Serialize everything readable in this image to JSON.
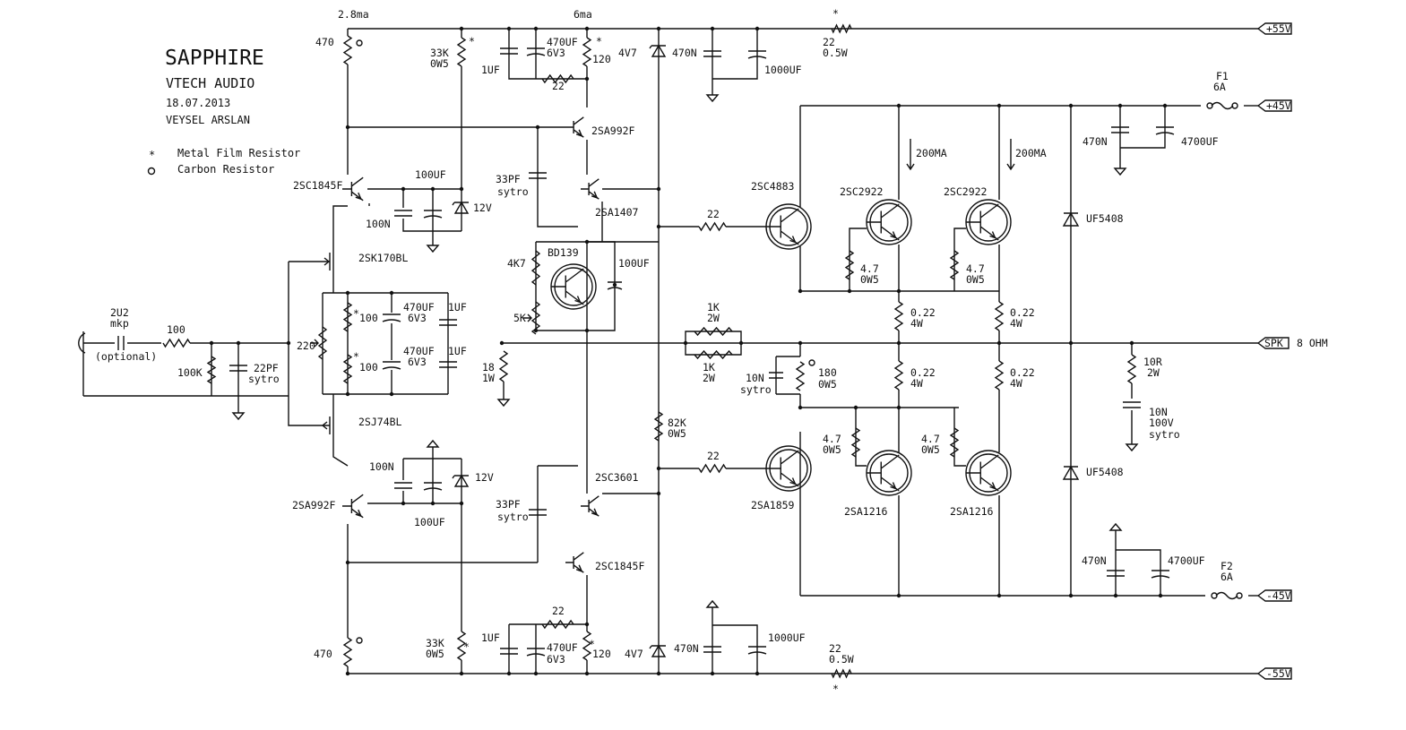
{
  "header": {
    "title": "SAPPHIRE",
    "subtitle": "VTECH AUDIO",
    "date": "18.07.2013",
    "author": "VEYSEL ARSLAN"
  },
  "legend": {
    "metal_symbol": "*",
    "metal_label": "Metal Film Resistor",
    "carbon_label": "Carbon Resistor"
  },
  "rails": {
    "p55": "+55V",
    "p45": "+45V",
    "m45": "-45V",
    "m55": "-55V",
    "spk": "SPK",
    "spk_imp": "8 OHM"
  },
  "labels": {
    "i_28": "2.8ma",
    "i_6": "6ma",
    "r470_top": "470",
    "r33k_top_a": "33K",
    "r33k_top_b": "0W5",
    "c1uf_top": "1UF",
    "c470uf_top_a": "470UF",
    "c470uf_top_b": "6V3",
    "r120_top": "120",
    "r22_top": "22",
    "z4v7_top": "4V7",
    "c470n_top": "470N",
    "c1000_top": "1000UF",
    "r22_p55_a": "22",
    "r22_p55_b": "0.5W",
    "q_2sa992_top": "2SA992F",
    "q_2sc1845_top": "2SC1845F",
    "c100uf_top": "100UF",
    "c100n_top": "100N",
    "z12v_top": "12V",
    "c33pf_top_a": "33PF",
    "c33pf_top_b": "sytro",
    "q_2sa1407": "2SA1407",
    "q_2sk170": "2SK170BL",
    "q_bd139": "BD139",
    "r4k7": "4K7",
    "c100uf_vbe": "100UF",
    "r5k": "5K",
    "c2u2_a": "2U2",
    "c2u2_b": "mkp",
    "c2u2_c": "(optional)",
    "r100_in": "100",
    "r100k": "100K",
    "c22pf_a": "22PF",
    "c22pf_b": "sytro",
    "r220": "220",
    "r100_up": "100",
    "r100_dn": "100",
    "c470uf_mid1_a": "470UF",
    "c470uf_mid1_b": "6V3",
    "c470uf_mid2_a": "470UF",
    "c470uf_mid2_b": "6V3",
    "c1uf_mid1": "1UF",
    "c1uf_mid2": "1UF",
    "r18_a": "18",
    "r18_b": "1W",
    "r1k_top_a": "1K",
    "r1k_top_b": "2W",
    "r1k_bot_a": "1K",
    "r1k_bot_b": "2W",
    "r22_drv_top": "22",
    "q_2sc4883": "2SC4883",
    "q_2sc2922_a": "2SC2922",
    "q_2sc2922_b": "2SC2922",
    "i_200ma_a": "200MA",
    "i_200ma_b": "200MA",
    "r47_top_a1": "4.7",
    "r47_top_a2": "0W5",
    "r47_top_b1": "4.7",
    "r47_top_b2": "0W5",
    "r022_1a": "0.22",
    "r022_1b": "4W",
    "r022_2a": "0.22",
    "r022_2b": "4W",
    "r022_3a": "0.22",
    "r022_3b": "4W",
    "r022_4a": "0.22",
    "r022_4b": "4W",
    "c10n_fb_a": "10N",
    "c10n_fb_b": "sytro",
    "r180_a": "180",
    "r180_b": "0W5",
    "f1_a": "F1",
    "f1_b": "6A",
    "c470n_p45": "470N",
    "c4700_p45": "4700UF",
    "d_uf5408_top": "UF5408",
    "d_uf5408_bot": "UF5408",
    "r10r_a": "10R",
    "r10r_b": "2W",
    "c10n_z_a": "10N",
    "c10n_z_b": "100V",
    "c10n_z_c": "sytro",
    "r82k_a": "82K",
    "r82k_b": "0W5",
    "q_2sj74": "2SJ74BL",
    "c100n_bot": "100N",
    "z12v_bot": "12V",
    "c100uf_bot": "100UF",
    "q_2sa992_bot": "2SA992F",
    "q_2sc3601": "2SC3601",
    "c33pf_bot_a": "33PF",
    "c33pf_bot_b": "sytro",
    "q_2sc1845_bot": "2SC1845F",
    "r22_drv_bot": "22",
    "q_2sa1859": "2SA1859",
    "r47_bot_a1": "4.7",
    "r47_bot_a2": "0W5",
    "r47_bot_b1": "4.7",
    "r47_bot_b2": "0W5",
    "q_2sa1216_a": "2SA1216",
    "q_2sa1216_b": "2SA1216",
    "c470n_m45": "470N",
    "c4700_m45": "4700UF",
    "f2_a": "F2",
    "f2_b": "6A",
    "r22_bot": "22",
    "c1uf_bot": "1UF",
    "c470uf_bot_a": "470UF",
    "c470uf_bot_b": "6V3",
    "r120_bot": "120",
    "r33k_bot_a": "33K",
    "r33k_bot_b": "0W5",
    "r470_bot": "470",
    "z4v7_bot": "4V7",
    "c470n_bot": "470N",
    "c1000_bot": "1000UF",
    "r22_m55_a": "22",
    "r22_m55_b": "0.5W"
  }
}
